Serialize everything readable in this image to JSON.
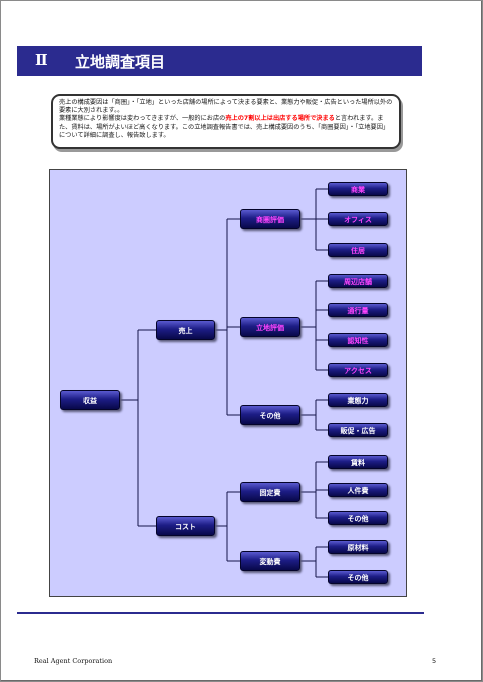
{
  "header": {
    "number": "Ⅱ",
    "title": "立地調査項目"
  },
  "intro": {
    "line1": "売上の構成要因は「商圏」・「立地」といった店舗の場所によって決まる要素と、業態力や販促・広告といった場所以外の要素に大別されます。。",
    "line2_pre": "業種業態により影響度は変わってきますが、一般的にお店の",
    "line2_highlight": "売上の7割以上は出店する場所で決まる",
    "line2_post": "と言われます。また、賃料は、場所がよいほど高くなります。この立地調査報告書では、売上構成要因のうち、「商圏要因」・「立地要因」について詳細に調査し、報告致します。"
  },
  "tree": {
    "root": "収益",
    "sales": "売上",
    "cost": "コスト",
    "shoken": "商圏評価",
    "ritchi": "立地評価",
    "sales_other": "その他",
    "fixed": "固定費",
    "variable": "変動費",
    "shoken_items": [
      "商業",
      "オフィス",
      "住居"
    ],
    "ritchi_items": [
      "周辺店舗",
      "通行量",
      "認知性",
      "アクセス"
    ],
    "sales_other_items": [
      "業態力",
      "販促・広告"
    ],
    "fixed_items": [
      "賃料",
      "人件費",
      "その他"
    ],
    "variable_items": [
      "原材料",
      "その他"
    ]
  },
  "footer": {
    "company": "Real Agent Corporation",
    "page": "5"
  }
}
